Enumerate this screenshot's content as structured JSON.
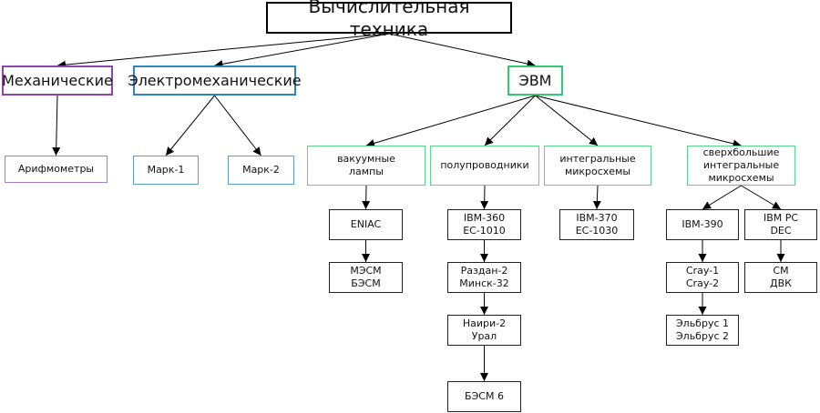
{
  "colors": {
    "root": "#000000",
    "mechanical": "#8e44ad",
    "mechanical_light": "#a879c9",
    "electromech": "#2e86c1",
    "electromech_light": "#5a9fd4",
    "computer": "#2ecc71",
    "computer_light": "#58d68d",
    "leaf": "#222222",
    "edge": "#000000"
  },
  "nodes": {
    "root": "Вычислительная техника",
    "mechanical": "Механические",
    "electromech": "Электромеханические",
    "evm": "ЭВМ",
    "arith": "Арифмометры",
    "mark1": "Марк-1",
    "mark2": "Марк-2",
    "vacuum": "вакуумные\nлампы",
    "semi": "полупроводники",
    "ic": "интегральные\nмикросхемы",
    "vlsi": "сверхбольшие\nинтегральные\nмикросхемы",
    "eniac": "ENIAC",
    "mesm": "МЭСМ\nБЭСМ",
    "ibm360": "IBM-360\nЕС-1010",
    "razdan": "Раздан-2\nМинск-32",
    "nairi": "Наири-2\nУрал",
    "besm6": "БЭСМ 6",
    "ibm370": "IBM-370\nЕС-1030",
    "ibm390": "IBM-390",
    "ibmpc": "IBM PC\nDEC",
    "cray": "Cray-1\nCray-2",
    "sm": "СМ\nДВК",
    "elbrus": "Эльбрус 1\nЭльбрус 2"
  },
  "edges": [
    [
      "root",
      "mechanical"
    ],
    [
      "root",
      "electromech"
    ],
    [
      "root",
      "evm"
    ],
    [
      "mechanical",
      "arith"
    ],
    [
      "electromech",
      "mark1"
    ],
    [
      "electromech",
      "mark2"
    ],
    [
      "evm",
      "vacuum"
    ],
    [
      "evm",
      "semi"
    ],
    [
      "evm",
      "ic"
    ],
    [
      "evm",
      "vlsi"
    ],
    [
      "vacuum",
      "eniac"
    ],
    [
      "eniac",
      "mesm"
    ],
    [
      "semi",
      "ibm360"
    ],
    [
      "ibm360",
      "razdan"
    ],
    [
      "razdan",
      "nairi"
    ],
    [
      "nairi",
      "besm6"
    ],
    [
      "ic",
      "ibm370"
    ],
    [
      "vlsi",
      "ibm390"
    ],
    [
      "vlsi",
      "ibmpc"
    ],
    [
      "ibm390",
      "cray"
    ],
    [
      "cray",
      "elbrus"
    ],
    [
      "ibmpc",
      "sm"
    ]
  ]
}
